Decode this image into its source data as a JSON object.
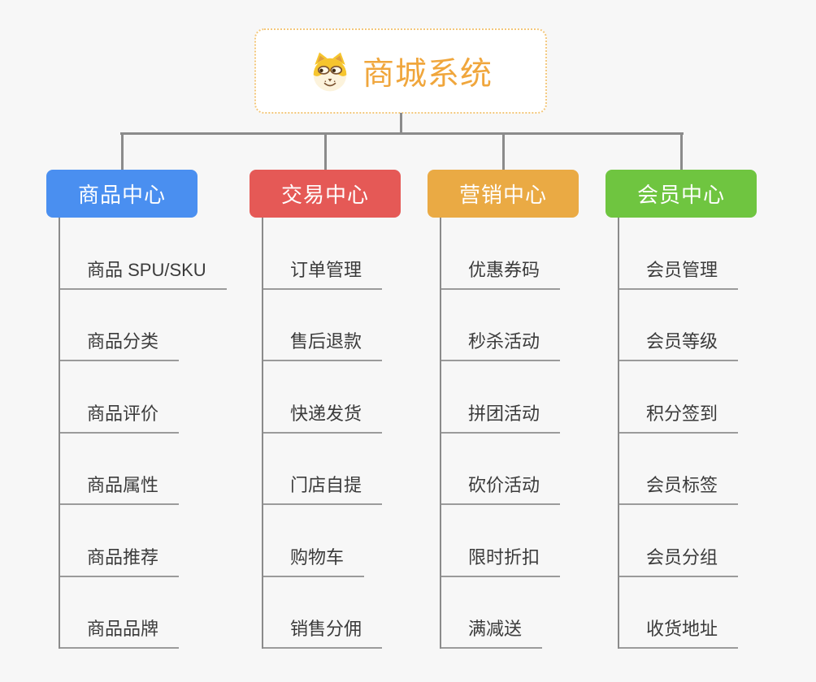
{
  "app": {
    "background_color": "#F7F7F7",
    "connector_color": "#8B8B8B"
  },
  "root": {
    "title": "商城系统",
    "icon": "dog-face-icon",
    "text_color": "#F0A63C",
    "border_color": "#F3C77B"
  },
  "branches": [
    {
      "label": "商品中心",
      "color": "#4A8FF0",
      "children": [
        "商品 SPU/SKU",
        "商品分类",
        "商品评价",
        "商品属性",
        "商品推荐",
        "商品品牌"
      ]
    },
    {
      "label": "交易中心",
      "color": "#E55956",
      "children": [
        "订单管理",
        "售后退款",
        "快递发货",
        "门店自提",
        "购物车",
        "销售分佣"
      ]
    },
    {
      "label": "营销中心",
      "color": "#EAAA44",
      "children": [
        "优惠券码",
        "秒杀活动",
        "拼团活动",
        "砍价活动",
        "限时折扣",
        "满减送"
      ]
    },
    {
      "label": "会员中心",
      "color": "#6FC540",
      "children": [
        "会员管理",
        "会员等级",
        "积分签到",
        "会员标签",
        "会员分组",
        "收货地址"
      ]
    }
  ]
}
